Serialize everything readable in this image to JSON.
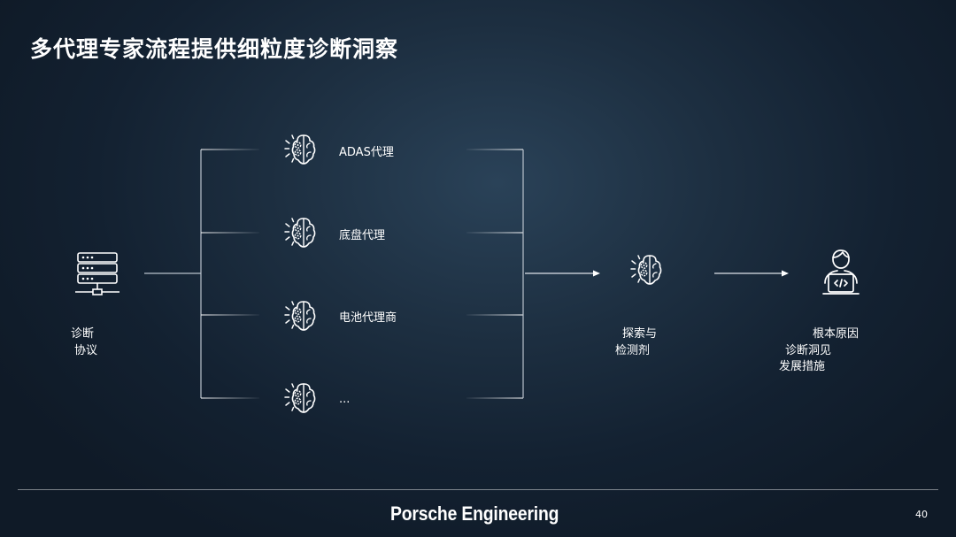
{
  "title": "多代理专家流程提供细粒度诊断洞察",
  "agents": [
    {
      "label": "ADAS代理",
      "icon": "brain-gear-icon"
    },
    {
      "label": "底盘代理",
      "icon": "brain-gear-icon"
    },
    {
      "label": "电池代理商",
      "icon": "brain-gear-icon"
    },
    {
      "label": "...",
      "icon": "brain-gear-icon"
    }
  ],
  "source": {
    "lines": [
      "诊断",
      "协议"
    ],
    "icon": "server-icon"
  },
  "probe": {
    "lines": [
      "探索与",
      "检测剂"
    ],
    "icon": "brain-gear-icon"
  },
  "result": {
    "lines": [
      "根本原因",
      "诊断洞见",
      "发展措施"
    ],
    "icon": "developer-icon"
  },
  "footer": {
    "brand": "Porsche Engineering",
    "page": "40"
  }
}
